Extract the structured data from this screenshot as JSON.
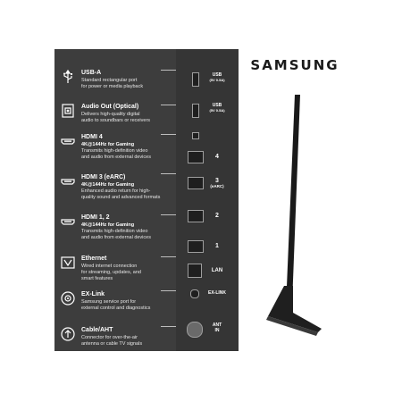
{
  "brand": {
    "logo_text": "SAMSUNG"
  },
  "ports": [
    {
      "icon": "usb-icon",
      "title": "USB-A",
      "sub": [
        "Standard rectangular port",
        "for power or media playback"
      ]
    },
    {
      "icon": "optical-audio-icon",
      "title": "Audio Out (Optical)",
      "sub": [
        "Delivers high-quality digital",
        "audio to soundbars or receivers"
      ]
    },
    {
      "icon": "hdmi-icon",
      "title": "HDMI 4",
      "sub_bold": "4K@144Hz for Gaming",
      "sub": [
        "Transmits high-definition video",
        "and audio from external devices"
      ]
    },
    {
      "icon": "hdmi-icon",
      "title": "HDMI 3 (eARC)",
      "sub_bold": "4K@144Hz for Gaming",
      "sub": [
        "Enhanced audio return for high-",
        "quality sound and advanced formats"
      ]
    },
    {
      "icon": "hdmi-icon",
      "title": "HDMI 1, 2",
      "sub_bold": "4K@144Hz for Gaming",
      "sub": [
        "Transmits high-definition video",
        "and audio from external devices"
      ]
    },
    {
      "icon": "ethernet-icon",
      "title": "Ethernet",
      "sub": [
        "Wired internet connection",
        "for streaming, updates, and",
        "smart features"
      ]
    },
    {
      "icon": "ex-link-icon",
      "title": "EX-Link",
      "sub": [
        "Samsung service port for",
        "external control and diagnostics"
      ]
    },
    {
      "icon": "antenna-icon",
      "title": "Cable/AHT",
      "sub": [
        "Connector for over-the-air",
        "antenna or cable TV signals"
      ]
    }
  ],
  "port_labels": {
    "usb1": [
      "USB",
      "(5V 0.5A)"
    ],
    "usb2": [
      "USB",
      "(5V 0.5A)"
    ],
    "hdmi4": "4",
    "hdmi3": [
      "3",
      "(eARC)"
    ],
    "hdmi2": "2",
    "hdmi1": "1",
    "lan": "LAN",
    "exlink": "EX-LINK",
    "ant": [
      "ANT",
      "IN"
    ]
  },
  "colors": {
    "panel": "#3d3d3d",
    "accent": "#ffffff"
  }
}
